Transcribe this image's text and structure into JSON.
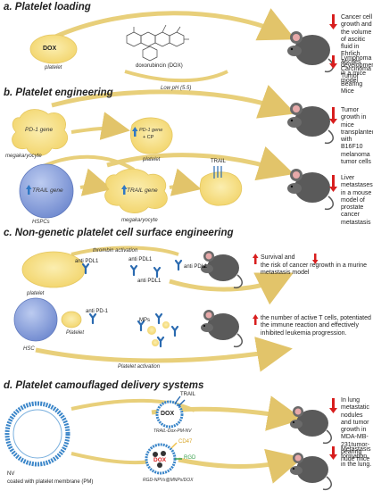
{
  "colors": {
    "platelet": "#f7e089",
    "platelet_edge": "#e5c760",
    "blue_cell": "#8fa6dd",
    "arrow": "#e8cf7a",
    "red": "#d81e1e",
    "blue_arrow": "#2f78c4",
    "antibody": "#2a6ab0"
  },
  "sections": {
    "a": {
      "title": "a. Platelet loading",
      "dox_label": "DOX",
      "platelet_label": "platelet",
      "drug_label": "doxorubincin (DOX)",
      "ph_label": "Low pH (5.5)",
      "results": [
        "Cancer cell growth and the volume of ascitic fluid in Ehrlich Ascites Carcinoma Tumor Bearing Mice",
        "Lymphoma development in a mice model"
      ]
    },
    "b": {
      "title": "b. Platelet engineering",
      "megakaryocyte_label": "megakaryocyte",
      "pd1_gene": "PD-1 gene",
      "pd1_cp": "PD-1 gene",
      "cp": "+ CP",
      "platelet_label": "platelet",
      "trail": "TRAIL",
      "trail_gene": "TRAIL gene",
      "hspcs_label": "HSPCs",
      "megakaryocyte2_label": "megakaryocyte",
      "results": [
        "Tumor growth in mice transplanted with B16F10 melanoma tumor cells",
        "Liver metastases in a mouse model of prostate cancer metastasis"
      ]
    },
    "c": {
      "title": "c. Non-genetic platelet cell surface engineering",
      "thrombin": "thrombin activation",
      "anti_pdl1_1": "anti PDL1",
      "anti_pdl1_2": "anti PDL1",
      "anti_pdl1_3": "anti PDL1",
      "anti_pdl1_4": "anti PDL1",
      "platelet_label": "platelet",
      "anti_pd1": "anti PD-1",
      "mps": "MPs",
      "platelet2_label": "Platelet",
      "hsc_label": "HSC",
      "activation": "Platelet activation",
      "result1_a": "Survival and",
      "result1_b": "the risk of cancer regrowth in a murine metastasis model",
      "result2": "the number of active T cells, potentiated the immune reaction and effectively inhibited leukemia progression."
    },
    "d": {
      "title": "d. Platelet camouflaged delivery systems",
      "trail": "TRAIL",
      "dox": "DOX",
      "particle1_label": "TRAIL-Dox-PM-NV",
      "cd47": "CD47",
      "rgd": "RGD",
      "dox2": "DOX",
      "particle2_label": "RGD-NPVs@MNPs/DOX",
      "nv_label1": "NV",
      "nv_label2": "coated with platelet membrane (PM)",
      "results": [
        "In lung metastatic nodules and tumor growth in MDA-MB-231tumor-bearing nude mice",
        "Metastasis formation in the lung."
      ]
    }
  }
}
